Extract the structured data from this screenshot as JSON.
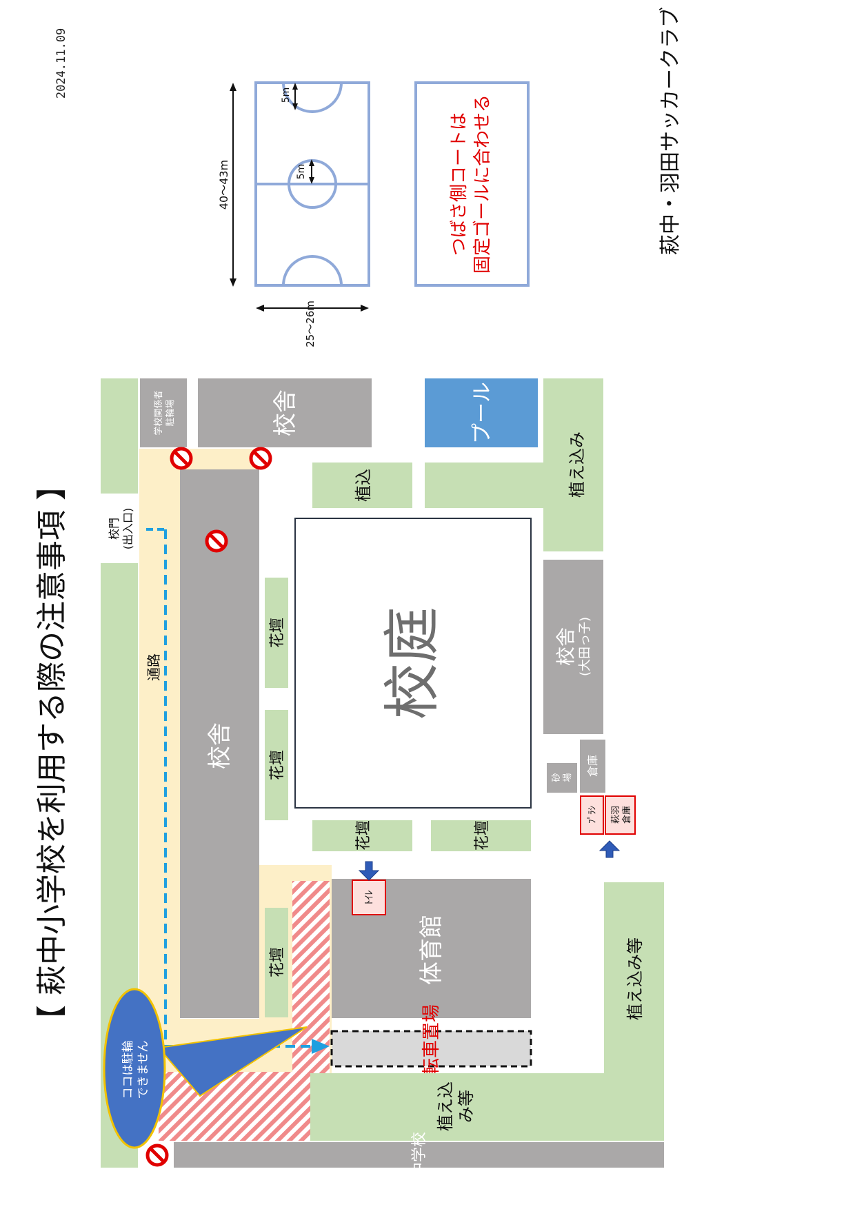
{
  "header": {
    "title": "【 萩中小学校を利用する際の注意事項 】",
    "date": "2024.11.09",
    "club": "萩中・羽田サッカークラブ"
  },
  "court": {
    "length_label": "40～43m",
    "width_label": "25～26m",
    "goal_radius_label": "5m",
    "center_radius_label": "5m",
    "note_line1": "つばさ側コートは",
    "note_line2": "固定ゴールに合わせる"
  },
  "map": {
    "gate": "校門",
    "gate_sub": "(出入口)",
    "staff_parking_line1": "学校関係者",
    "staff_parking_line2": "駐輪場",
    "school_building": "校舎",
    "passage": "通路",
    "pool": "プール",
    "planting_short": "植込",
    "planting": "植え込み",
    "flowerbed": "花壇",
    "schoolyard": "校庭",
    "school_building_sub": "(大田っ子)",
    "sandbox_line1": "砂",
    "sandbox_line2": "場",
    "storage": "倉庫",
    "brush": "ﾌﾟﾗｼ",
    "haneda_storage_line1": "萩羽",
    "haneda_storage_line2": "倉庫",
    "toilet": "ﾄｲﾚ",
    "gym": "体育館",
    "bicycle_parking": "自転車置場",
    "planting_etc": "植え込み等",
    "planting_etc_line1": "植え込",
    "planting_etc_line2": "み等",
    "junior_high": "中学校",
    "no_parking_line1": "ココは駐輪",
    "no_parking_line2": "できません"
  },
  "colors": {
    "green": "#c6dfb4",
    "gray": "#aaa8a8",
    "path": "#fdefc8",
    "pool": "#5b9bd5",
    "court_line": "#8fa9d9",
    "hatch": "#f08a8a",
    "no_entry": "#e00000",
    "callout": "#4472c4",
    "arrow": "#2f5bb7"
  }
}
